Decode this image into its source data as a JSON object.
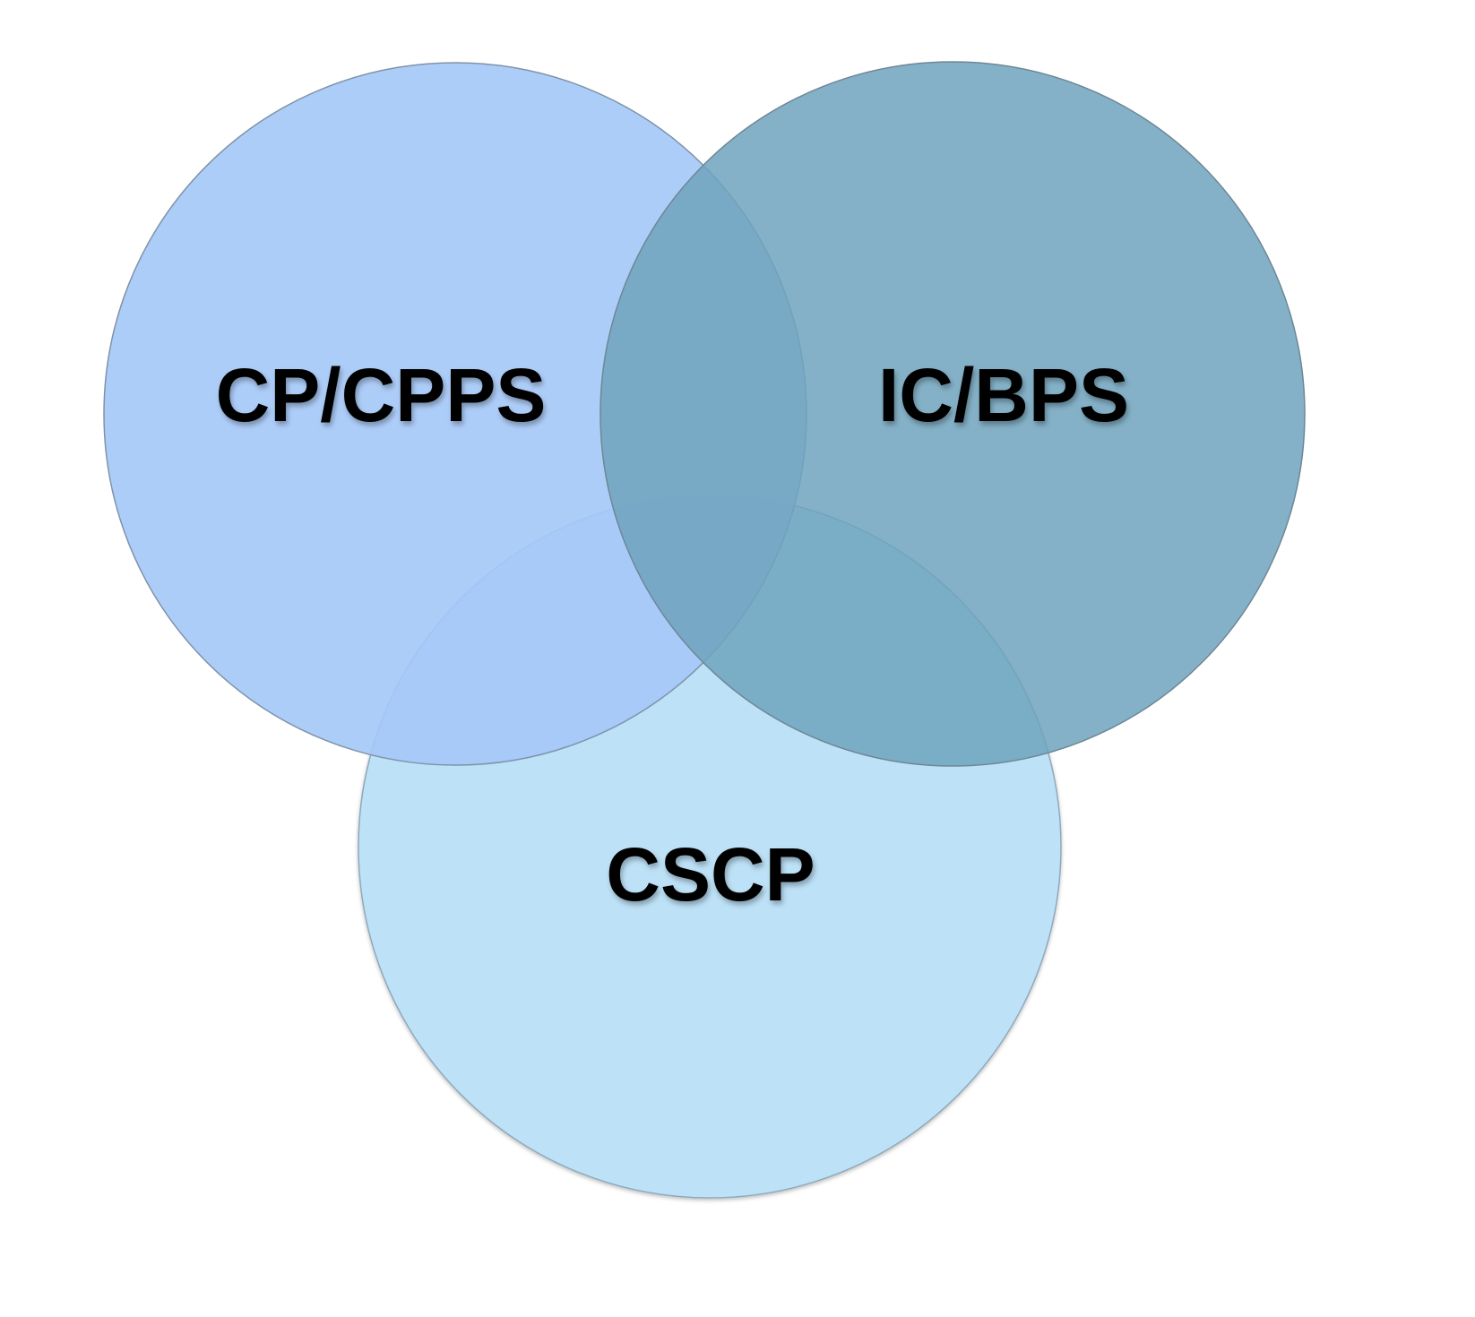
{
  "diagram": {
    "type": "venn",
    "sets": [
      {
        "label": "CP/CPPS",
        "color": "#a8cbf8"
      },
      {
        "label": "IC/BPS",
        "color": "#82afc5"
      },
      {
        "label": "CSCP",
        "color": "#bde1f7"
      }
    ]
  }
}
